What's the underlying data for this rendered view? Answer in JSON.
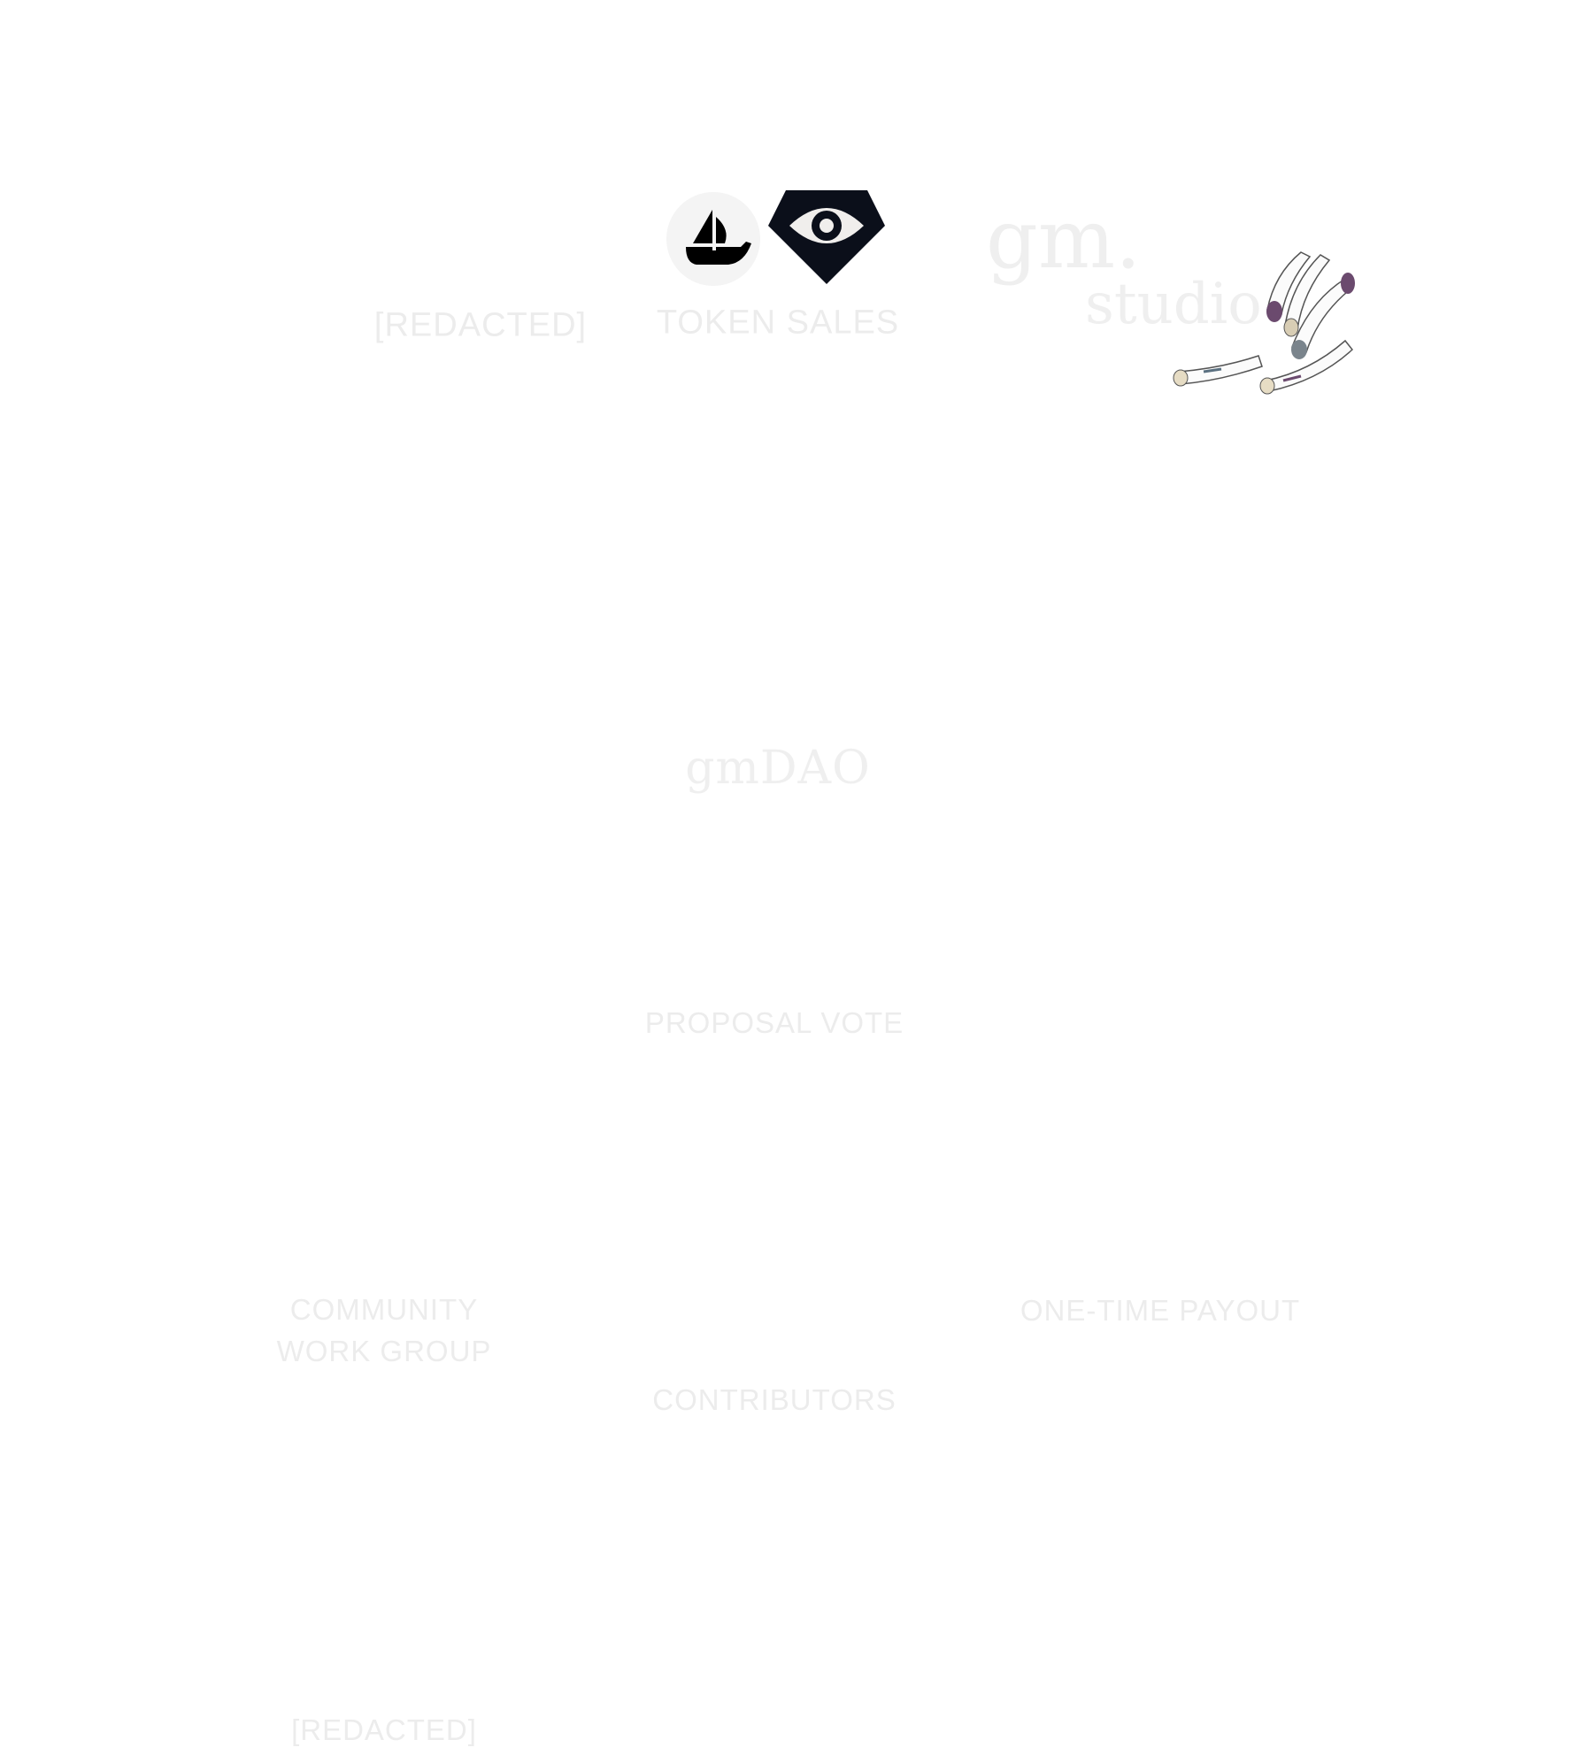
{
  "top": {
    "redacted_label": "[REDACTED]",
    "token_sales_label": "TOKEN SALES",
    "logos": {
      "opensea": "opensea-icon",
      "eye": "foundation-eye-icon",
      "brand_line1": "gm.",
      "brand_line2": "studio",
      "scrolls": "scrolls-illustration"
    }
  },
  "center": {
    "title": "gmDAO",
    "proposal_vote": "PROPOSAL VOTE"
  },
  "bottom": {
    "community_line1": "COMMUNITY",
    "community_line2": "WORK GROUP",
    "one_time_payout": "ONE-TIME PAYOUT",
    "contributors": "CONTRIBUTORS",
    "redacted_label": "[REDACTED]"
  },
  "colors": {
    "text": "#ececec",
    "icon_dark": "#0b0f1a"
  }
}
